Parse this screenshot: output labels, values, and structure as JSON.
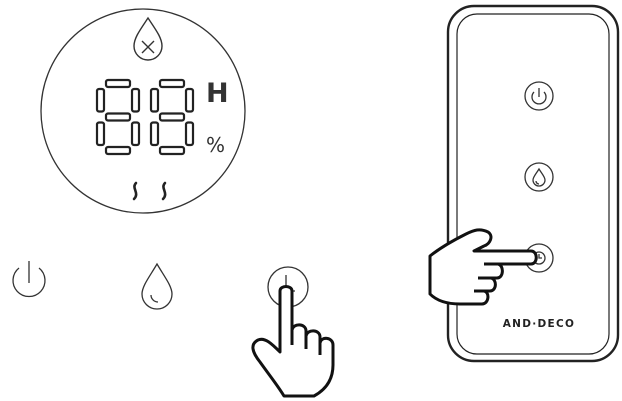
{
  "display": {
    "digits": "88",
    "unit_top": "H",
    "unit_bottom": "%",
    "top_icon": "water-drop-x-icon",
    "bottom_icon": "steam-icon"
  },
  "panel_buttons": [
    {
      "icon": "power-icon"
    },
    {
      "icon": "water-drop-icon"
    },
    {
      "icon": "timer-icon"
    }
  ],
  "remote": {
    "brand": "AND·DECO",
    "buttons": [
      {
        "icon": "power-icon"
      },
      {
        "icon": "water-drop-icon"
      },
      {
        "icon": "timer-icon"
      }
    ]
  },
  "colors": {
    "segment": "#ffffff",
    "stroke": "#222222",
    "text": "#333333"
  }
}
